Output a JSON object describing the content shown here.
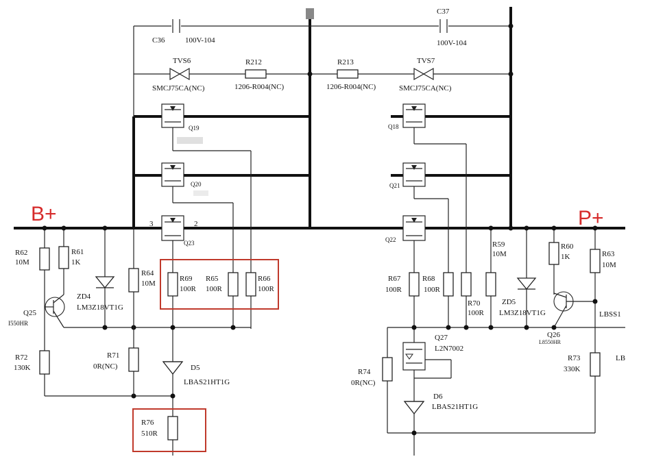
{
  "terminals": {
    "b_plus": "B+",
    "p_plus": "P+"
  },
  "components": {
    "c36": {
      "ref": "C36",
      "value": "100V-104"
    },
    "c37": {
      "ref": "C37",
      "value": "100V-104"
    },
    "tvs6": {
      "ref": "TVS6",
      "value": "SMCJ75CA(NC)"
    },
    "tvs7": {
      "ref": "TVS7",
      "value": "SMCJ75CA(NC)"
    },
    "r212": {
      "ref": "R212",
      "value": "1206-R004(NC)"
    },
    "r213": {
      "ref": "R213",
      "value": "1206-R004(NC)"
    },
    "q19": {
      "ref": "Q19"
    },
    "q20": {
      "ref": "Q20"
    },
    "q23": {
      "ref": "Q23"
    },
    "q18": {
      "ref": "Q18"
    },
    "q21": {
      "ref": "Q21"
    },
    "q22": {
      "ref": "Q22"
    },
    "q23_pin3": "3",
    "q23_pin2": "2",
    "r62": {
      "ref": "R62",
      "value": "10M"
    },
    "r61": {
      "ref": "R61",
      "value": "1K"
    },
    "zd4": {
      "ref": "ZD4",
      "value": "LM3Z18VT1G"
    },
    "r64": {
      "ref": "R64",
      "value": "10M"
    },
    "r69": {
      "ref": "R69",
      "value": "100R"
    },
    "r65": {
      "ref": "R65",
      "value": "100R"
    },
    "r66": {
      "ref": "R66",
      "value": "100R"
    },
    "q25": {
      "ref": "Q25",
      "value": "I550HR"
    },
    "r72": {
      "ref": "R72",
      "value": "130K"
    },
    "r71": {
      "ref": "R71",
      "value": "0R(NC)"
    },
    "d5": {
      "ref": "D5",
      "value": "LBAS21HT1G"
    },
    "r76": {
      "ref": "R76",
      "value": "510R"
    },
    "r67": {
      "ref": "R67",
      "value": "100R"
    },
    "r68": {
      "ref": "R68",
      "value": "100R"
    },
    "r70": {
      "ref": "R70",
      "value": "100R"
    },
    "r59": {
      "ref": "R59",
      "value": "10M"
    },
    "zd5": {
      "ref": "ZD5",
      "value": "LM3Z18VT1G"
    },
    "r60": {
      "ref": "R60",
      "value": "1K"
    },
    "r63": {
      "ref": "R63",
      "value": "10M"
    },
    "q26": {
      "ref": "Q26",
      "value": "L8550HR"
    },
    "q27": {
      "ref": "Q27",
      "value": "L2N7002"
    },
    "r74": {
      "ref": "R74",
      "value": "0R(NC)"
    },
    "d6": {
      "ref": "D6",
      "value": "LBAS21HT1G"
    },
    "r73": {
      "ref": "R73",
      "value": "330K"
    },
    "lbss": "LBSS1",
    "lb": "LB"
  },
  "colors": {
    "highlight": "#c0392b",
    "terminal": "#d62b2b",
    "wire": "#222222"
  }
}
